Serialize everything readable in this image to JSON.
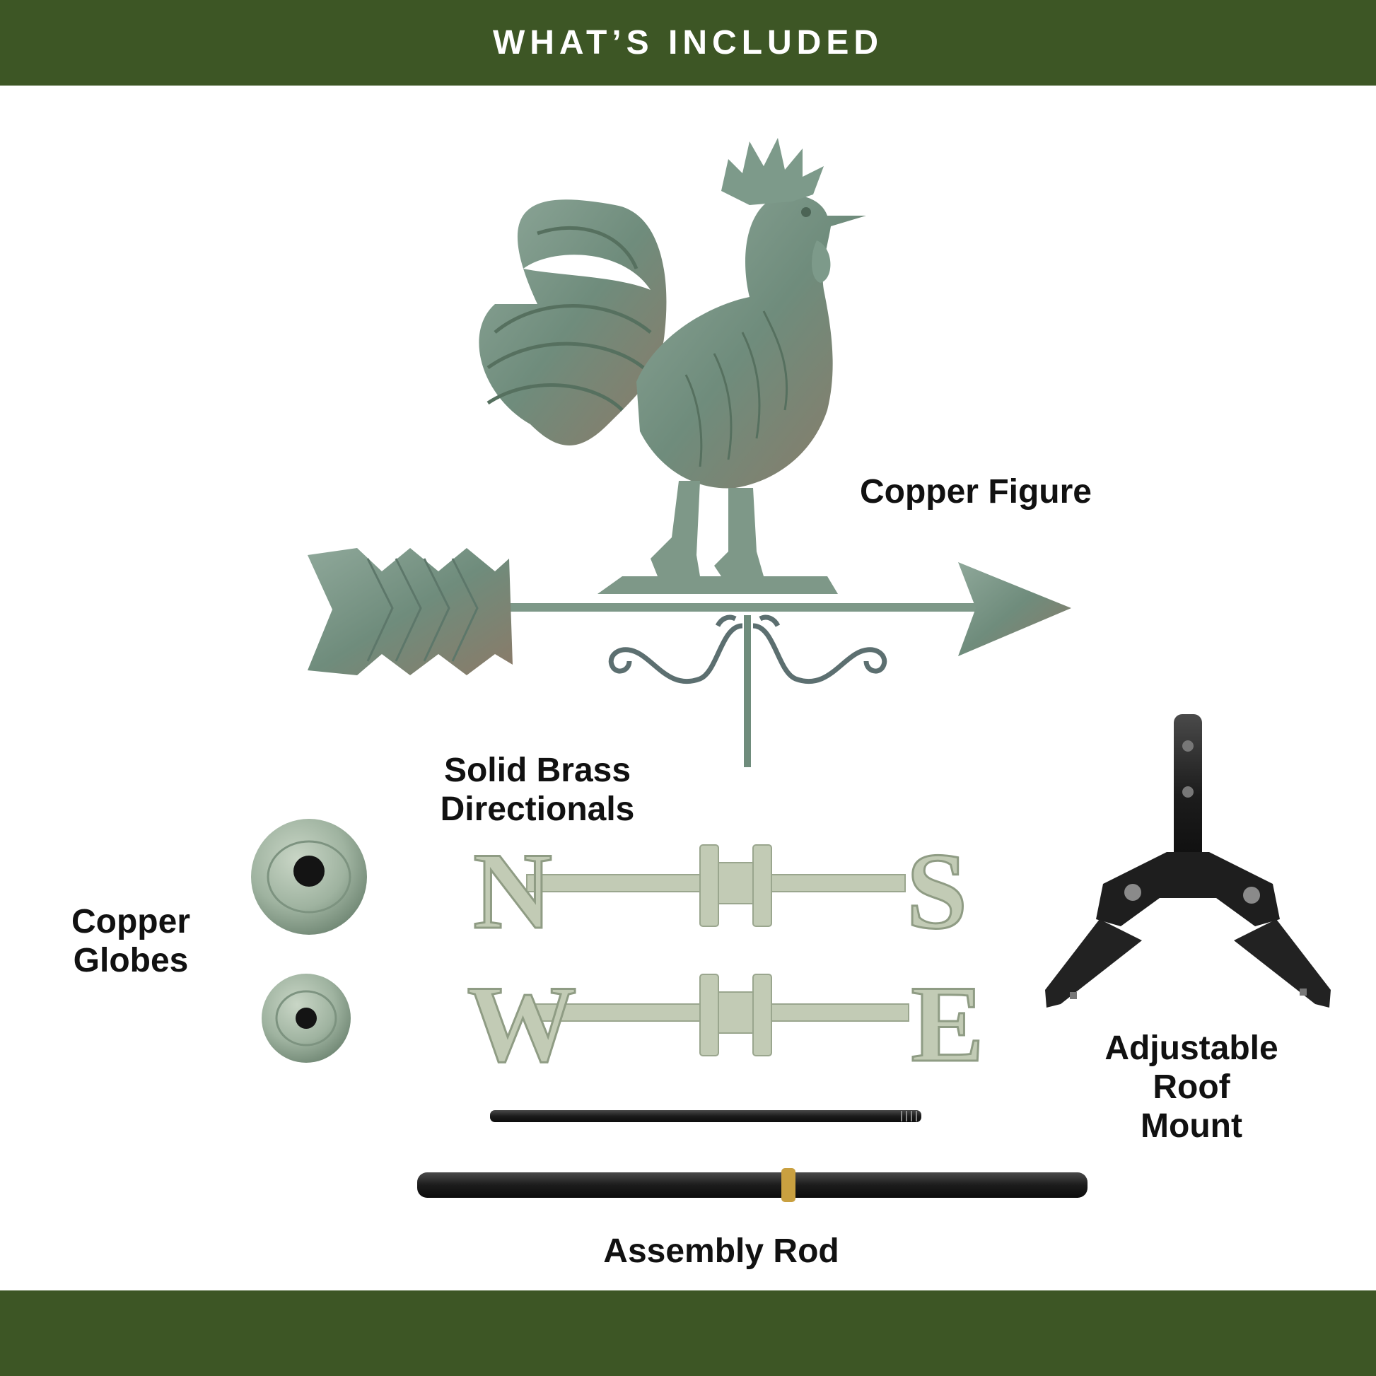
{
  "header": {
    "title": "WHAT’S INCLUDED"
  },
  "items": {
    "copper_figure": "Copper Figure",
    "directionals_line1": "Solid Brass",
    "directionals_line2": "Directionals",
    "globes_line1": "Copper",
    "globes_line2": "Globes",
    "roof_mount_line1": "Adjustable",
    "roof_mount_line2": "Roof",
    "roof_mount_line3": "Mount",
    "assembly_rod": "Assembly Rod"
  },
  "directional_letters": {
    "north": "N",
    "south": "S",
    "west": "W",
    "east": "E"
  },
  "colors": {
    "banner": "#3d5625",
    "verdigris": "#7f9a8a",
    "brass_patina": "#c2cbb5",
    "black_hardware": "#1e1e1e",
    "brass_band": "#c9a040"
  }
}
